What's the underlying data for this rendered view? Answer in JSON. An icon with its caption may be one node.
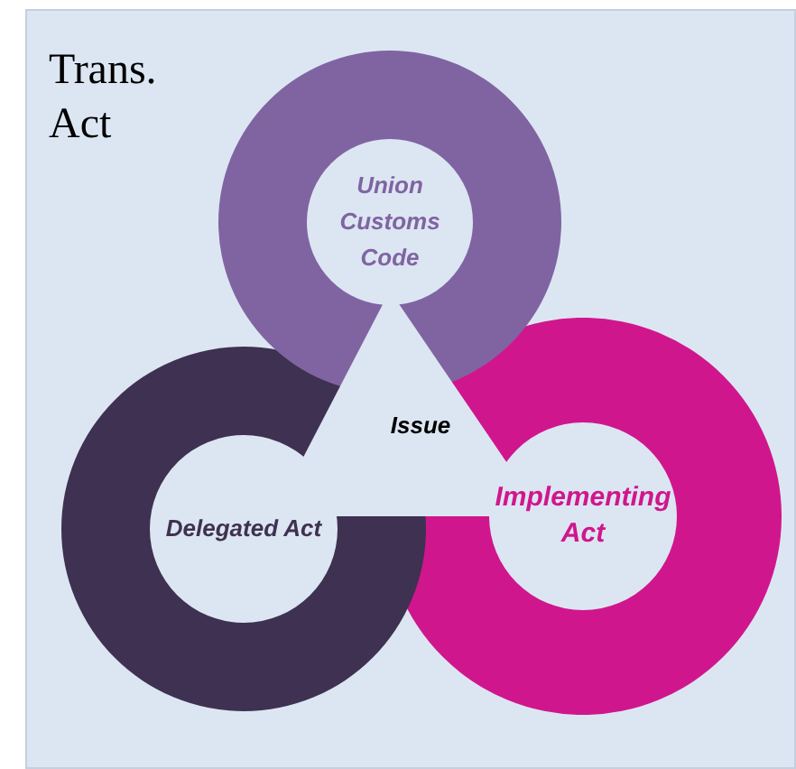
{
  "diagram": {
    "nodes": [
      {
        "text": [
          "Trans. Act"
        ]
      },
      {
        "text": [
          "Union Customs Code"
        ],
        "in": 0
      },
      {
        "text": [
          "Delegated Act"
        ],
        "in": 0
      },
      {
        "text": [
          "Implementing Act"
        ],
        "in": 0
      },
      {
        "text": [
          "Issue"
        ],
        "in": 0
      }
    ]
  }
}
